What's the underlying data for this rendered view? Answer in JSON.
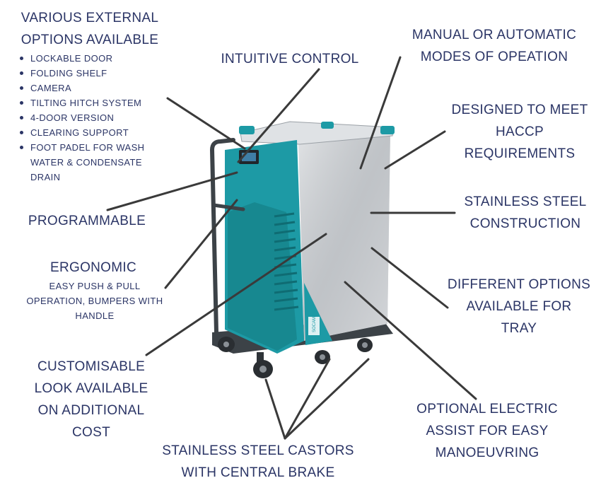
{
  "colors": {
    "text": "#2b3566",
    "teal": "#1d9aa5",
    "steel": "#c6c9cd",
    "line": "#3a3a3a",
    "frame": "#3c4247"
  },
  "callouts": {
    "external_options": {
      "lines": [
        "VARIOUS EXTERNAL",
        "OPTIONS AVAILABLE"
      ],
      "items": [
        "LOCKABLE DOOR",
        "FOLDING SHELF",
        "CAMERA",
        "TILTING HITCH SYSTEM",
        "4-DOOR VERSION",
        "CLEARING SUPPORT",
        "FOOT PADEL FOR WASH",
        "WATER & CONDENSATE",
        "DRAIN"
      ]
    },
    "intuitive_control": {
      "lines": [
        "INTUITIVE CONTROL"
      ]
    },
    "manual_automatic": {
      "lines": [
        "MANUAL OR AUTOMATIC",
        "MODES OF OPEATION"
      ]
    },
    "haccp": {
      "lines": [
        "DESIGNED TO MEET",
        "HACCP",
        "REQUIREMENTS"
      ]
    },
    "stainless_construction": {
      "lines": [
        "STAINLESS STEEL",
        "CONSTRUCTION"
      ]
    },
    "programmable": {
      "lines": [
        "PROGRAMMABLE"
      ]
    },
    "ergonomic": {
      "lines": [
        "ERGONOMIC"
      ],
      "sub": [
        "EASY PUSH & PULL",
        "OPERATION, BUMPERS WITH",
        "HANDLE"
      ]
    },
    "tray_options": {
      "lines": [
        "DIFFERENT OPTIONS",
        "AVAILABLE FOR",
        "TRAY"
      ]
    },
    "customisable": {
      "lines": [
        "CUSTOMISABLE",
        "LOOK AVAILABLE",
        "ON ADDITIONAL",
        "COST"
      ]
    },
    "electric_assist": {
      "lines": [
        "OPTIONAL ELECTRIC",
        "ASSIST FOR EASY",
        "MANOEUVRING"
      ]
    },
    "castors": {
      "lines": [
        "STAINLESS STEEL CASTORS",
        "WITH CENTRAL BRAKE"
      ]
    }
  },
  "product": {
    "badge_text": "SOCAMEL"
  }
}
